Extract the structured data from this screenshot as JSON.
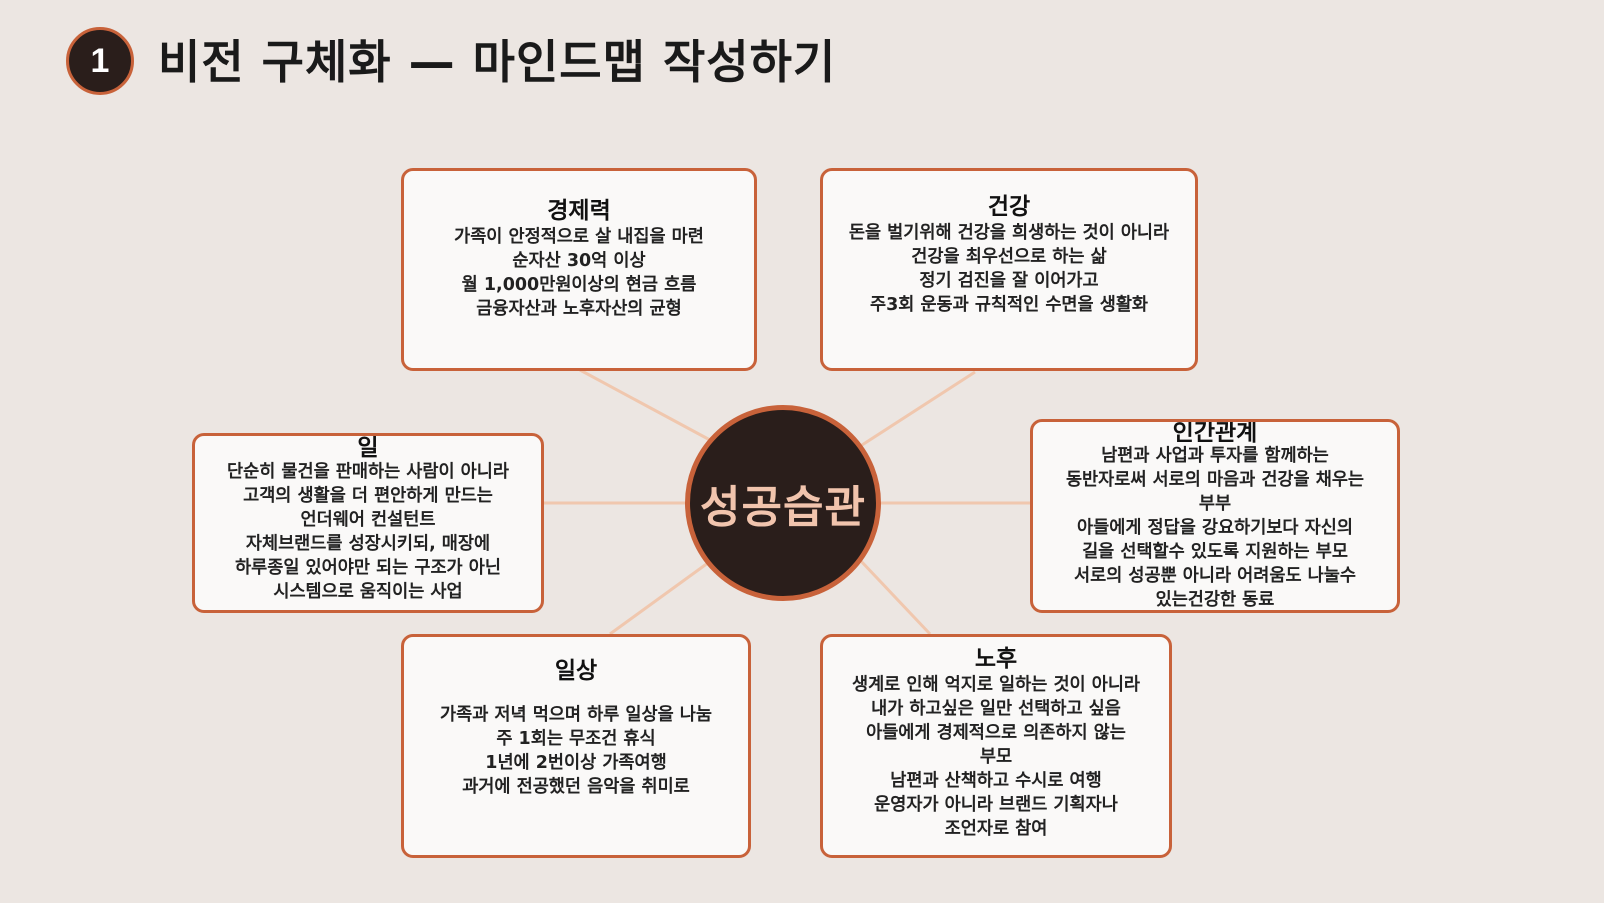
{
  "header": {
    "step_number": "1",
    "title": "비전 구체화 — 마인드맵 작성하기"
  },
  "hub": {
    "label": "성공습관"
  },
  "nodes": {
    "economy": {
      "title": "경제력",
      "lines": [
        "가족이 안정적으로 살 내집을 마련",
        "순자산 30억 이상",
        "월 1,000만원이상의 현금 흐름",
        "금융자산과 노후자산의 균형"
      ]
    },
    "health": {
      "title": "건강",
      "lines": [
        "돈을 벌기위해 건강을 희생하는 것이 아니라",
        "건강을 최우선으로 하는 삶",
        "정기 검진을 잘 이어가고",
        "주3회 운동과 규칙적인 수면을 생활화"
      ]
    },
    "work": {
      "title": "일",
      "lines": [
        "단순히 물건을 판매하는 사람이 아니라",
        "고객의 생활을 더 편안하게 만드는",
        "언더웨어 컨설턴트",
        "자체브랜드를 성장시키되, 매장에",
        "하루종일 있어야만 되는 구조가 아닌",
        "시스템으로 움직이는 사업"
      ]
    },
    "relations": {
      "title": "인간관계",
      "lines": [
        "남편과 사업과 투자를 함께하는",
        "동반자로써 서로의 마음과 건강을 채우는",
        "부부",
        "아들에게 정답을 강요하기보다 자신의",
        "길을 선택할수 있도록 지원하는 부모",
        "서로의 성공뿐 아니라 어려움도 나눌수",
        "있는건강한 동료"
      ]
    },
    "daily": {
      "title": "일상",
      "lines": [
        "가족과 저녁 먹으며 하루 일상을 나눔",
        "주 1회는 무조건 휴식",
        "1년에 2번이상 가족여행",
        "과거에 전공했던 음악을 취미로"
      ]
    },
    "retirement": {
      "title": "노후",
      "lines": [
        "생계로 인해 억지로 일하는 것이 아니라",
        "내가 하고싶은 일만 선택하고 싶음",
        "아들에게 경제적으로 의존하지 않는",
        "부모",
        "남편과 산책하고 수시로 여행",
        "운영자가 아니라 브랜드 기획자나",
        "조언자로 참여"
      ]
    }
  },
  "colors": {
    "background": "#ece6e2",
    "accent": "#c8623a",
    "hub_fill": "#2a1e1b",
    "hub_text": "#f1c4ad",
    "connector": "#f0c7ae"
  }
}
